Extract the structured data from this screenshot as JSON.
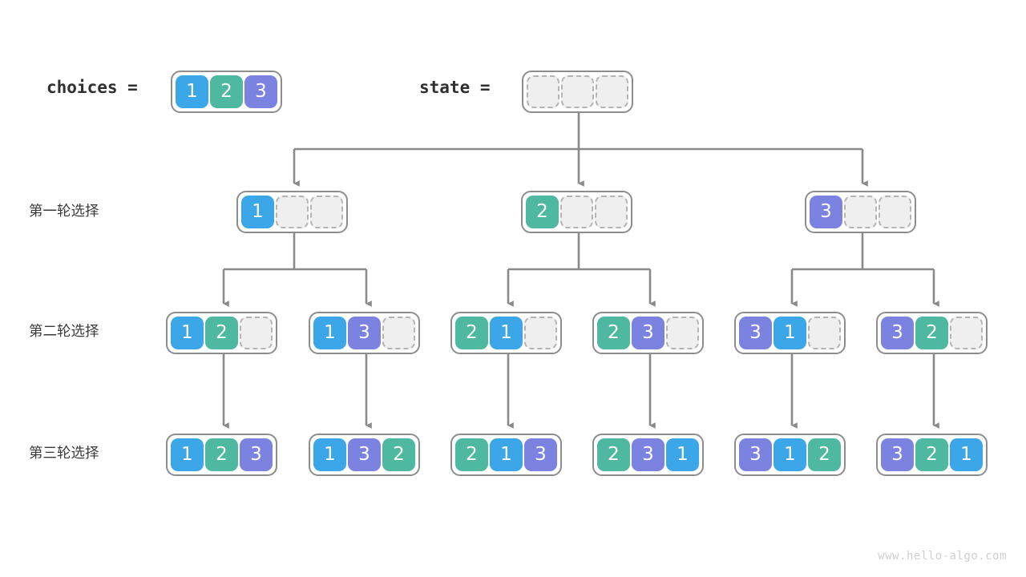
{
  "page": {
    "watermark": "www.hello-algo.com",
    "background": "#ffffff"
  },
  "palette": {
    "one": "#3ba7e8",
    "two": "#4eb8a0",
    "three": "#7b82e0",
    "empty_fill": "#efefef",
    "empty_border": "#b4b4b4",
    "node_border": "#8d8d8d",
    "wire": "#8a8a8a",
    "text_dark": "#2f2f2f",
    "watermark": "#cfcfcf"
  },
  "header": {
    "choices_label": "choices =",
    "state_label": "state =",
    "choices_values": [
      "1",
      "2",
      "3"
    ],
    "state_values": [
      "",
      "",
      ""
    ]
  },
  "row_labels": {
    "round1": "第一轮选择",
    "round2": "第二轮选择",
    "round3": "第三轮选择"
  },
  "tree": {
    "round1": [
      {
        "cells": [
          "1",
          "",
          ""
        ]
      },
      {
        "cells": [
          "2",
          "",
          ""
        ]
      },
      {
        "cells": [
          "3",
          "",
          ""
        ]
      }
    ],
    "round2": [
      {
        "cells": [
          "1",
          "2",
          ""
        ]
      },
      {
        "cells": [
          "1",
          "3",
          ""
        ]
      },
      {
        "cells": [
          "2",
          "1",
          ""
        ]
      },
      {
        "cells": [
          "2",
          "3",
          ""
        ]
      },
      {
        "cells": [
          "3",
          "1",
          ""
        ]
      },
      {
        "cells": [
          "3",
          "2",
          ""
        ]
      }
    ],
    "round3": [
      {
        "cells": [
          "1",
          "2",
          "3"
        ]
      },
      {
        "cells": [
          "1",
          "3",
          "2"
        ]
      },
      {
        "cells": [
          "2",
          "1",
          "3"
        ]
      },
      {
        "cells": [
          "2",
          "3",
          "1"
        ]
      },
      {
        "cells": [
          "3",
          "1",
          "2"
        ]
      },
      {
        "cells": [
          "3",
          "2",
          "1"
        ]
      }
    ]
  }
}
